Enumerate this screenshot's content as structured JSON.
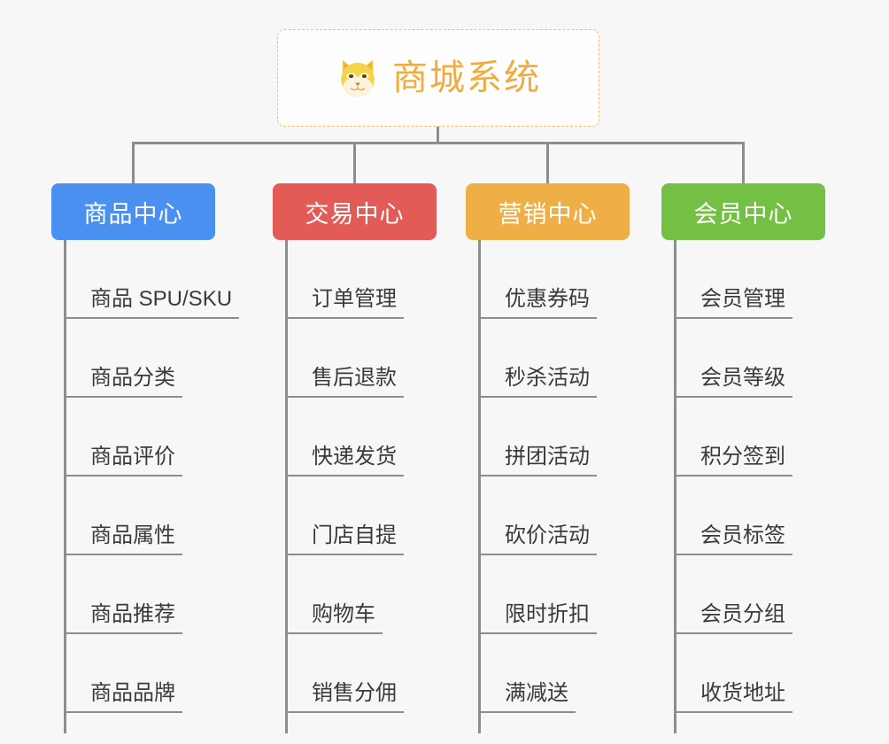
{
  "diagram": {
    "title": "商城系统",
    "root": {
      "label": "商城系统",
      "icon": "shiba-dog-icon",
      "text_color": "#f0ad3e",
      "border_color": "#f0c070"
    },
    "line_color": "#8d8d8d",
    "background": "#f7f7f7",
    "categories": [
      {
        "label": "商品中心",
        "color": "#4a90f0",
        "items": [
          "商品 SPU/SKU",
          "商品分类",
          "商品评价",
          "商品属性",
          "商品推荐",
          "商品品牌"
        ]
      },
      {
        "label": "交易中心",
        "color": "#e35b57",
        "items": [
          "订单管理",
          "售后退款",
          "快递发货",
          "门店自提",
          "购物车",
          "销售分佣"
        ]
      },
      {
        "label": "营销中心",
        "color": "#eeb046",
        "items": [
          "优惠券码",
          "秒杀活动",
          "拼团活动",
          "砍价活动",
          "限时折扣",
          "满减送"
        ]
      },
      {
        "label": "会员中心",
        "color": "#74c044",
        "items": [
          "会员管理",
          "会员等级",
          "积分签到",
          "会员标签",
          "会员分组",
          "收货地址"
        ]
      }
    ]
  }
}
